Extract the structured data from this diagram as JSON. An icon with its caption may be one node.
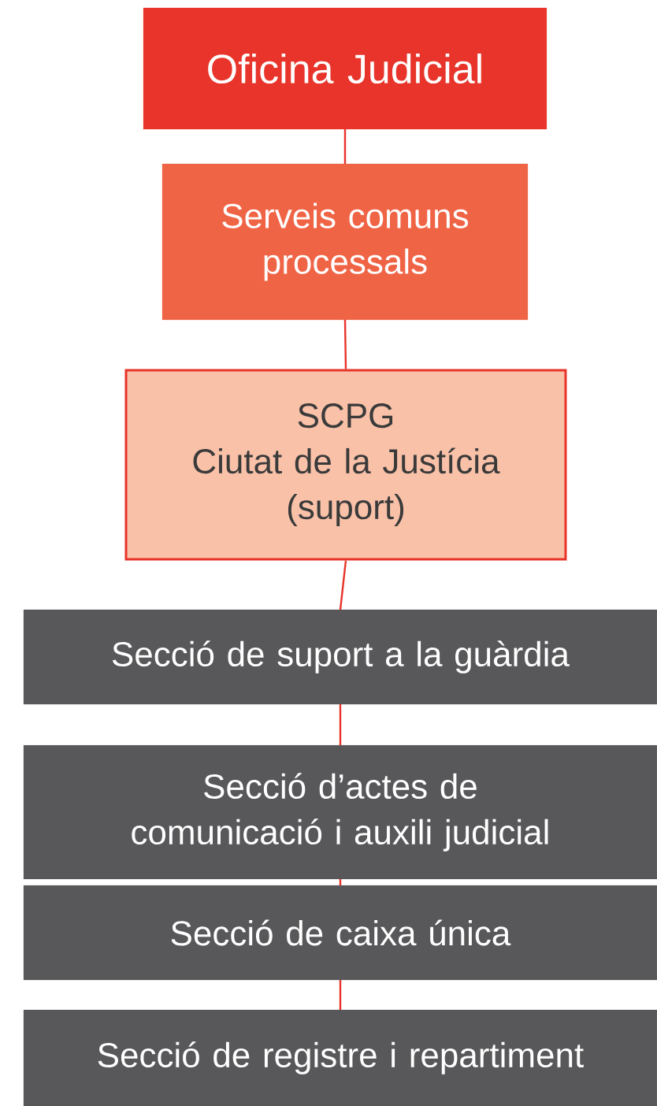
{
  "diagram": {
    "nodes": [
      {
        "text": [
          "Oficina Judicial"
        ]
      },
      {
        "text": [
          "Serveis comuns processals"
        ]
      },
      {
        "text": [
          "SCPG",
          "Ciutat de la Justícia",
          "(suport)"
        ]
      },
      {
        "text": [
          "Secció de suport a la guàrdia"
        ]
      },
      {
        "text": [
          "Secció d’actes de comunicació i auxili judicial"
        ]
      },
      {
        "text": [
          "Secció de caixa única"
        ]
      },
      {
        "text": [
          "Secció de registre i repartiment"
        ]
      }
    ],
    "edges": [
      {
        "from": 0,
        "to": 1,
        "arrow": "none"
      },
      {
        "from": 1,
        "to": 2,
        "arrow": "none"
      },
      {
        "from": 2,
        "to": 3,
        "arrow": "none"
      },
      {
        "from": 3,
        "to": 4,
        "arrow": "none"
      },
      {
        "from": 4,
        "to": 5,
        "arrow": "none"
      },
      {
        "from": 5,
        "to": 6,
        "arrow": "none"
      }
    ]
  }
}
